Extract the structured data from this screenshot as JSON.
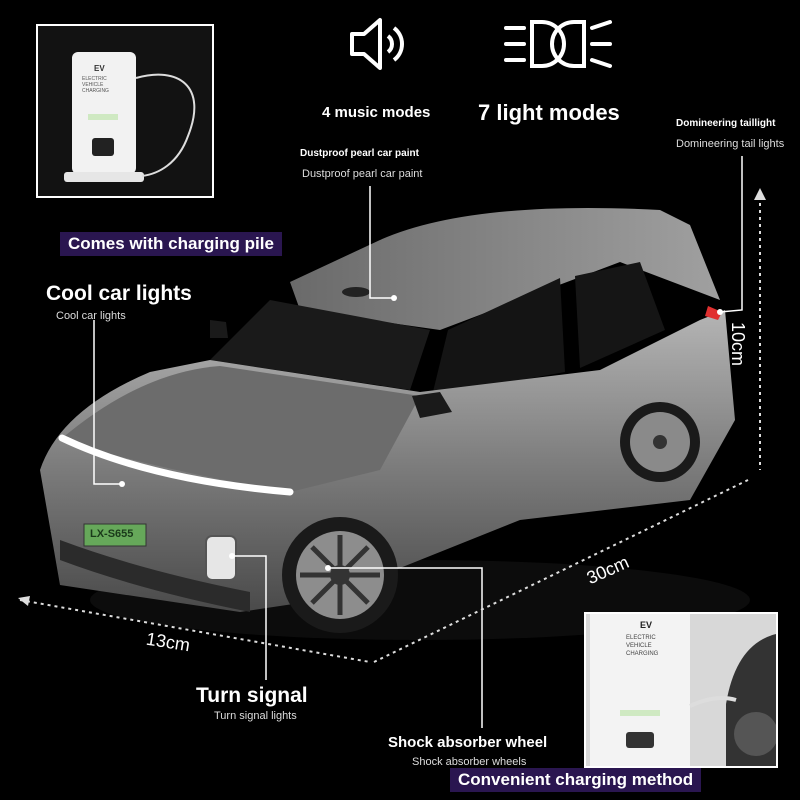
{
  "features": {
    "music": "4 music modes",
    "light": "7 light modes",
    "taillight_title": "Domineering taillight",
    "taillight_sub": "Domineering tail lights",
    "paint_title": "Dustproof pearl car paint",
    "paint_sub": "Dustproof pearl car paint",
    "charging_pile": "Comes with charging pile",
    "lights_title": "Cool car lights",
    "lights_sub": "Cool car lights",
    "turn_title": "Turn signal",
    "turn_sub": "Turn signal lights",
    "wheel_title": "Shock absorber wheel",
    "wheel_sub": "Shock absorber wheels",
    "charging_method": "Convenient charging method"
  },
  "dimensions": {
    "length": "30cm",
    "width": "13cm",
    "height": "10cm"
  },
  "charger": {
    "ev": "EV",
    "sub": "ELECTRIC VEHICLE CHARGING"
  },
  "plate": "LX-S655",
  "colors": {
    "accent_bg": "#2a1650",
    "car_body": "#8d8d8d",
    "taillight": "#e03030"
  }
}
